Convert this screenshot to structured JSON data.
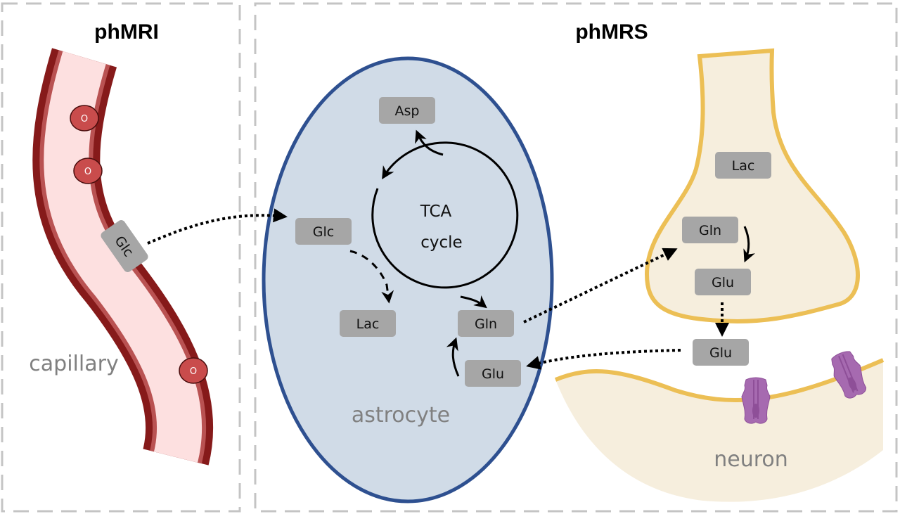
{
  "panels": {
    "left": {
      "title": "phMRI",
      "region_label": "capillary"
    },
    "right": {
      "title": "phMRS",
      "astrocyte_label": "astrocyte",
      "neuron_label": "neuron"
    }
  },
  "capillary": {
    "red_blood_cells": [
      {
        "label": "O"
      },
      {
        "label": "O"
      },
      {
        "label": "O"
      }
    ],
    "metabolite": "Glc"
  },
  "astrocyte": {
    "cycle_label_line1": "TCA",
    "cycle_label_line2": "cycle",
    "metabolites": {
      "asp": "Asp",
      "glc": "Glc",
      "lac": "Lac",
      "gln": "Gln",
      "glu": "Glu"
    }
  },
  "presynaptic": {
    "metabolites": {
      "lac": "Lac",
      "gln": "Gln",
      "glu": "Glu"
    }
  },
  "synaptic_cleft": {
    "metabolite": "Glu"
  },
  "colors": {
    "panel_border": "#c4c4c4",
    "vessel_outer": "#861a1a",
    "vessel_inner": "#b95252",
    "vessel_lumen": "#fde0e0",
    "rbc_fill": "#c94c4c",
    "astrocyte_fill": "#d0dbe7",
    "astrocyte_border": "#2e5090",
    "neuron_fill": "#f6eedd",
    "neuron_border": "#ecbf55",
    "metabolite_box": "#a6a6a6",
    "receptor": "#a66ab0",
    "text_muted": "#808080"
  },
  "pathways": [
    {
      "from": "capillary.Glc",
      "to": "astrocyte.Glc",
      "style": "dotted"
    },
    {
      "from": "astrocyte.Glc",
      "to": "astrocyte.Lac",
      "style": "dashed"
    },
    {
      "from": "TCA cycle",
      "to": "astrocyte.Asp",
      "style": "solid"
    },
    {
      "from": "TCA cycle",
      "to": "astrocyte.Gln",
      "style": "solid"
    },
    {
      "from": "astrocyte.Glu",
      "to": "astrocyte.Gln",
      "style": "solid"
    },
    {
      "from": "astrocyte.Gln",
      "to": "presynaptic.Gln",
      "style": "dotted"
    },
    {
      "from": "presynaptic.Gln",
      "to": "presynaptic.Glu",
      "style": "solid"
    },
    {
      "from": "presynaptic.Glu",
      "to": "cleft.Glu",
      "style": "dotted"
    },
    {
      "from": "cleft.Glu",
      "to": "astrocyte.Glu",
      "style": "dotted"
    }
  ]
}
